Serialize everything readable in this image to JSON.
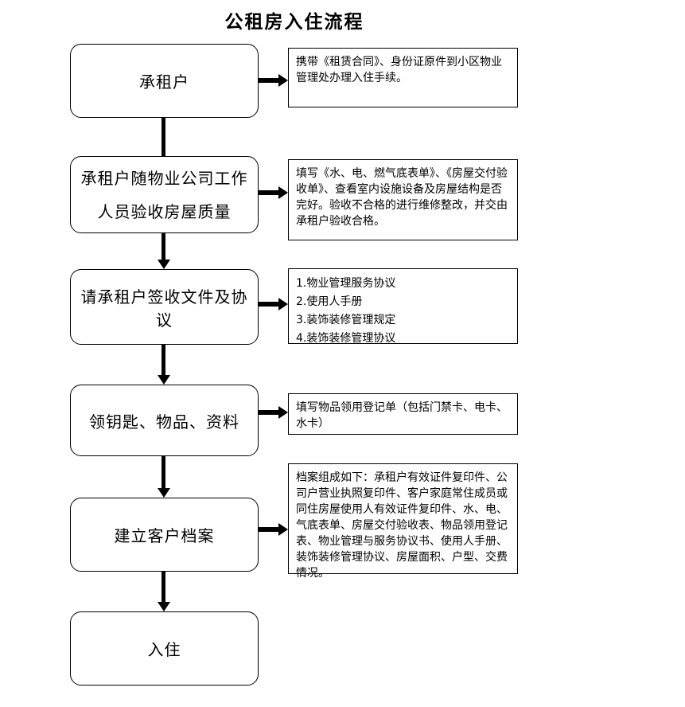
{
  "title": "公租房入住流程",
  "steps": [
    {
      "label": "承租户"
    },
    {
      "label": "承租户随物业公司工作人员验收房屋质量"
    },
    {
      "label": "请承租户签收文件及协议"
    },
    {
      "label": "领钥匙、物品、资料"
    },
    {
      "label": "建立客户档案"
    },
    {
      "label": "入住"
    }
  ],
  "notes": [
    {
      "text": "携带《租赁合同》、身份证原件到小区物业管理处办理入住手续。"
    },
    {
      "text": "填写《水、电、燃气底表单》、《房屋交付验收单》、查看室内设施设备及房屋结构是否完好。验收不合格的进行维修整改，并交由承租户验收合格。"
    },
    {
      "text": "1.物业管理服务协议\n2.使用人手册\n3.装饰装修管理规定\n4.装饰装修管理协议"
    },
    {
      "text": "填写物品领用登记单（包括门禁卡、电卡、水卡）"
    },
    {
      "text": "档案组成如下：承租户有效证件复印件、公司户营业执照复印件、客户家庭常住成员或同住房屋使用人有效证件复印件、水、电、气底表单、房屋交付验收表、物品领用登记表、物业管理与服务协议书、使用人手册、装饰装修管理协议、房屋面积、户型、交费情况。"
    }
  ],
  "colors": {
    "line": "#000000",
    "background": "#ffffff",
    "text": "#000000"
  }
}
